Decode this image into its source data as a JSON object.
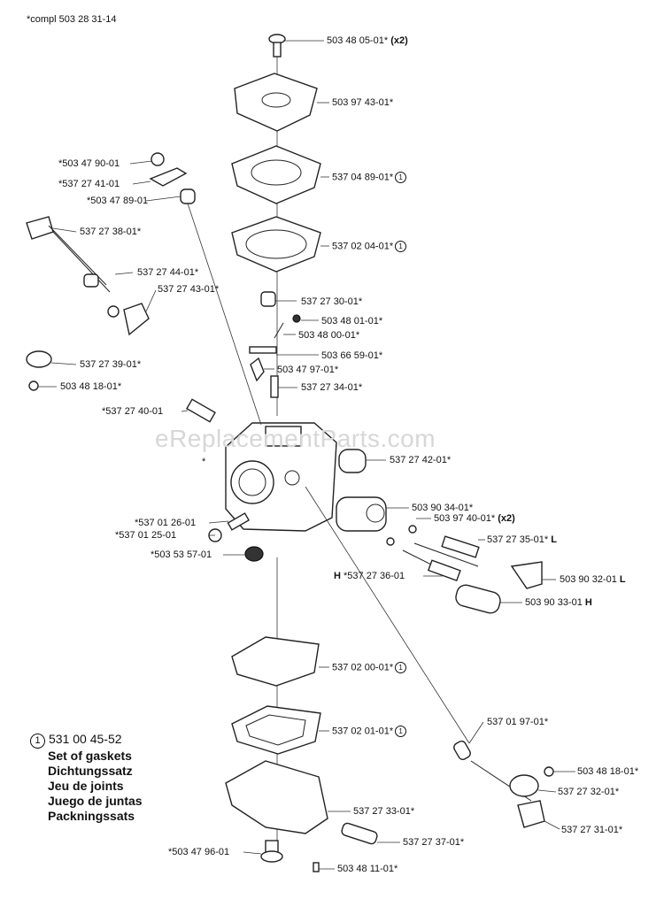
{
  "header": {
    "compl": "*compl 503 28 31-14"
  },
  "watermark": "eReplacementParts.com",
  "labels": {
    "l1": "503 48 05-01*",
    "l1b": "(x2)",
    "l2": "503 97 43-01*",
    "l3": "537 04 89-01*",
    "l3c": "1",
    "l4": "537 02 04-01*",
    "l4c": "1",
    "l5": "537 27 30-01*",
    "l6": "503 48 01-01*",
    "l7": "503 48 00-01*",
    "l8": "503 66 59-01*",
    "l9": "503 47 97-01*",
    "l10": "537 27 34-01*",
    "l11": "537 27 42-01*",
    "l12": "503 90 34-01*",
    "l13": "503 97 40-01*",
    "l13b": "(x2)",
    "l14": "537 27 35-01*",
    "l14b": "L",
    "l15": "503 90 32-01",
    "l15b": "L",
    "l16a": "H",
    "l16": "*537 27 36-01",
    "l17": "503 90 33-01",
    "l17b": "H",
    "l18": "*503 47 90-01",
    "l19": "*537 27 41-01",
    "l20": "*503 47 89-01",
    "l21": "537 27 38-01*",
    "l22": "537 27 44-01*",
    "l23": "537 27 43-01*",
    "l24": "537 27 39-01*",
    "l25": "503 48 18-01*",
    "l26": "*537 27 40-01",
    "l27": "*",
    "l28": "*537 01 26-01",
    "l29": "*537 01 25-01",
    "l30": "*503 53 57-01",
    "l31": "537 02 00-01*",
    "l31c": "1",
    "l32": "537 02 01-01*",
    "l32c": "1",
    "l33": "537 01 97-01*",
    "l34": "503 48 18-01*",
    "l35": "537 27 32-01*",
    "l36": "537 27 31-01*",
    "l37": "537 27 33-01*",
    "l38": "537 27 37-01*",
    "l39": "*503 47 96-01",
    "l40": "503 48 11-01*"
  },
  "kit": {
    "circle": "1",
    "number": "531 00 45-52",
    "names": [
      "Set of gaskets",
      "Dichtungssatz",
      "Jeu de joints",
      "Juego de juntas",
      "Packningssats"
    ]
  }
}
